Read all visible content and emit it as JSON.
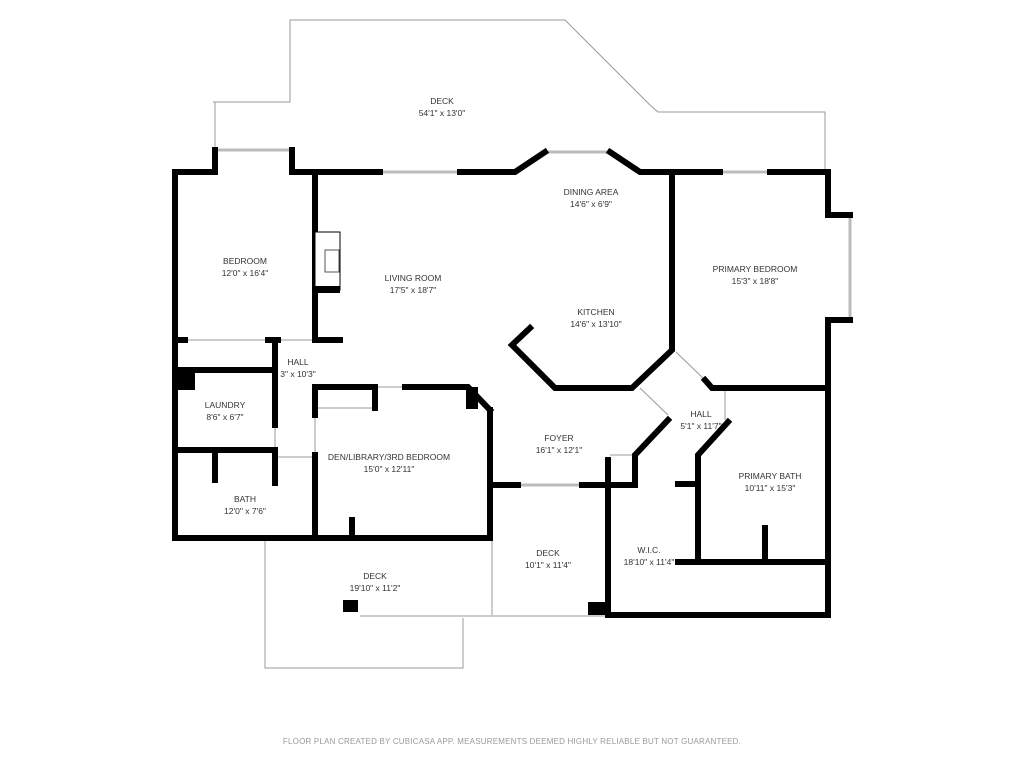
{
  "rooms": [
    {
      "id": "deck-top",
      "name": "DECK",
      "size": "54'1\" x 13'0\""
    },
    {
      "id": "dining",
      "name": "DINING AREA",
      "size": "14'6\" x 6'9\""
    },
    {
      "id": "bedroom",
      "name": "BEDROOM",
      "size": "12'0\" x 16'4\""
    },
    {
      "id": "living",
      "name": "LIVING ROOM",
      "size": "17'5\" x 18'7\""
    },
    {
      "id": "primary-bedroom",
      "name": "PRIMARY BEDROOM",
      "size": "15'3\" x 18'8\""
    },
    {
      "id": "kitchen",
      "name": "KITCHEN",
      "size": "14'6\" x 13'10\""
    },
    {
      "id": "hall-left",
      "name": "HALL",
      "size": "3\" x 10'3\""
    },
    {
      "id": "laundry",
      "name": "LAUNDRY",
      "size": "8'6\" x 6'7\""
    },
    {
      "id": "hall-right",
      "name": "HALL",
      "size": "5'1\" x 11'7\""
    },
    {
      "id": "foyer",
      "name": "FOYER",
      "size": "16'1\" x 12'1\""
    },
    {
      "id": "den",
      "name": "DEN/LIBRARY/3RD BEDROOM",
      "size": "15'0\" x 12'11\""
    },
    {
      "id": "primary-bath",
      "name": "PRIMARY BATH",
      "size": "10'11\" x 15'3\""
    },
    {
      "id": "bath",
      "name": "BATH",
      "size": "12'0\" x 7'6\""
    },
    {
      "id": "deck-mid",
      "name": "DECK",
      "size": "10'1\" x 11'4\""
    },
    {
      "id": "wic",
      "name": "W.I.C.",
      "size": "18'10\" x 11'4\""
    },
    {
      "id": "deck-bottom",
      "name": "DECK",
      "size": "19'10\" x 11'2\""
    }
  ],
  "footer": "FLOOR PLAN CREATED BY CUBICASA APP. MEASUREMENTS DEEMED HIGHLY RELIABLE BUT NOT GUARANTEED."
}
